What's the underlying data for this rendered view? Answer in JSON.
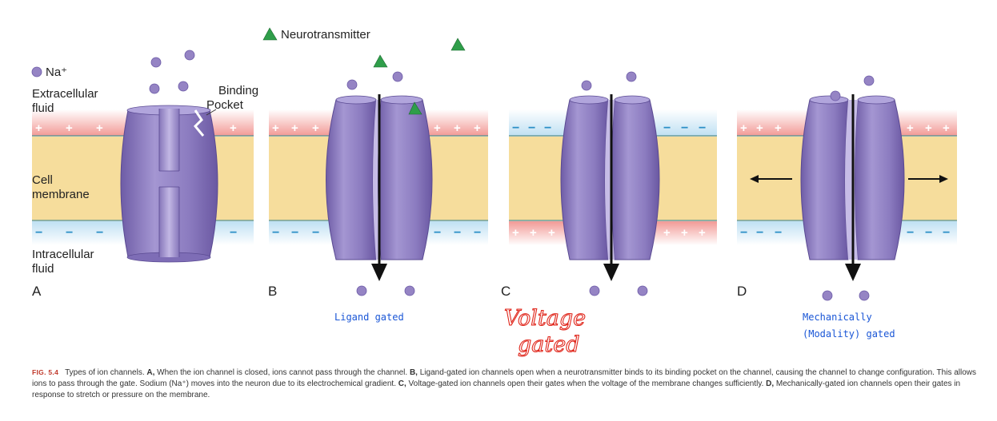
{
  "legend": {
    "neurotransmitter": "Neurotransmitter",
    "sodium": "Na⁺"
  },
  "labels": {
    "extracellular": [
      "Extracellular",
      "fluid"
    ],
    "membrane": [
      "Cell",
      "membrane"
    ],
    "intracellular": [
      "Intracellular",
      "fluid"
    ],
    "binding_pocket": [
      "Binding",
      "Pocket"
    ]
  },
  "panels": [
    {
      "letter": "A",
      "top_charge": "+",
      "bottom_charge": "−"
    },
    {
      "letter": "B",
      "top_charge": "+",
      "bottom_charge": "−"
    },
    {
      "letter": "C",
      "top_charge": "−",
      "bottom_charge": "+"
    },
    {
      "letter": "D",
      "top_charge": "+",
      "bottom_charge": "−"
    }
  ],
  "annotations": {
    "ligand": "Ligand gated",
    "voltage": [
      "Voltage",
      "gated"
    ],
    "mechanical": [
      "Mechanically",
      "(Modality) gated"
    ]
  },
  "caption": {
    "fig_label": "FIG. 5.4",
    "intro": "Types of ion channels. ",
    "a_label": "A,",
    "a_text": " When the ion channel is closed, ions cannot pass through the channel. ",
    "b_label": "B,",
    "b_text": " Ligand-gated ion channels open when a neurotransmitter binds to its binding pocket on the channel, causing the channel to change configuration. This allows ions to pass through the gate. Sodium (Na⁺) moves into the neuron due to its electrochemical gradient. ",
    "c_label": "C,",
    "c_text": " Voltage-gated ion channels open their gates when the voltage of the membrane changes sufficiently. ",
    "d_label": "D,",
    "d_text": " Mechanically-gated ion channels open their gates in response to stretch or pressure on the membrane."
  },
  "colors": {
    "membrane": "#f6dd9c",
    "positive_band": "#f5a3a0",
    "negative_band": "#cfe7f5",
    "channel": "#9b8cc8",
    "channel_dark": "#7765ad",
    "ion": "#9584c4",
    "neurotransmitter": "#2f9e4a",
    "annotation_blue": "#1a56d6",
    "annotation_red": "#e0261b"
  }
}
